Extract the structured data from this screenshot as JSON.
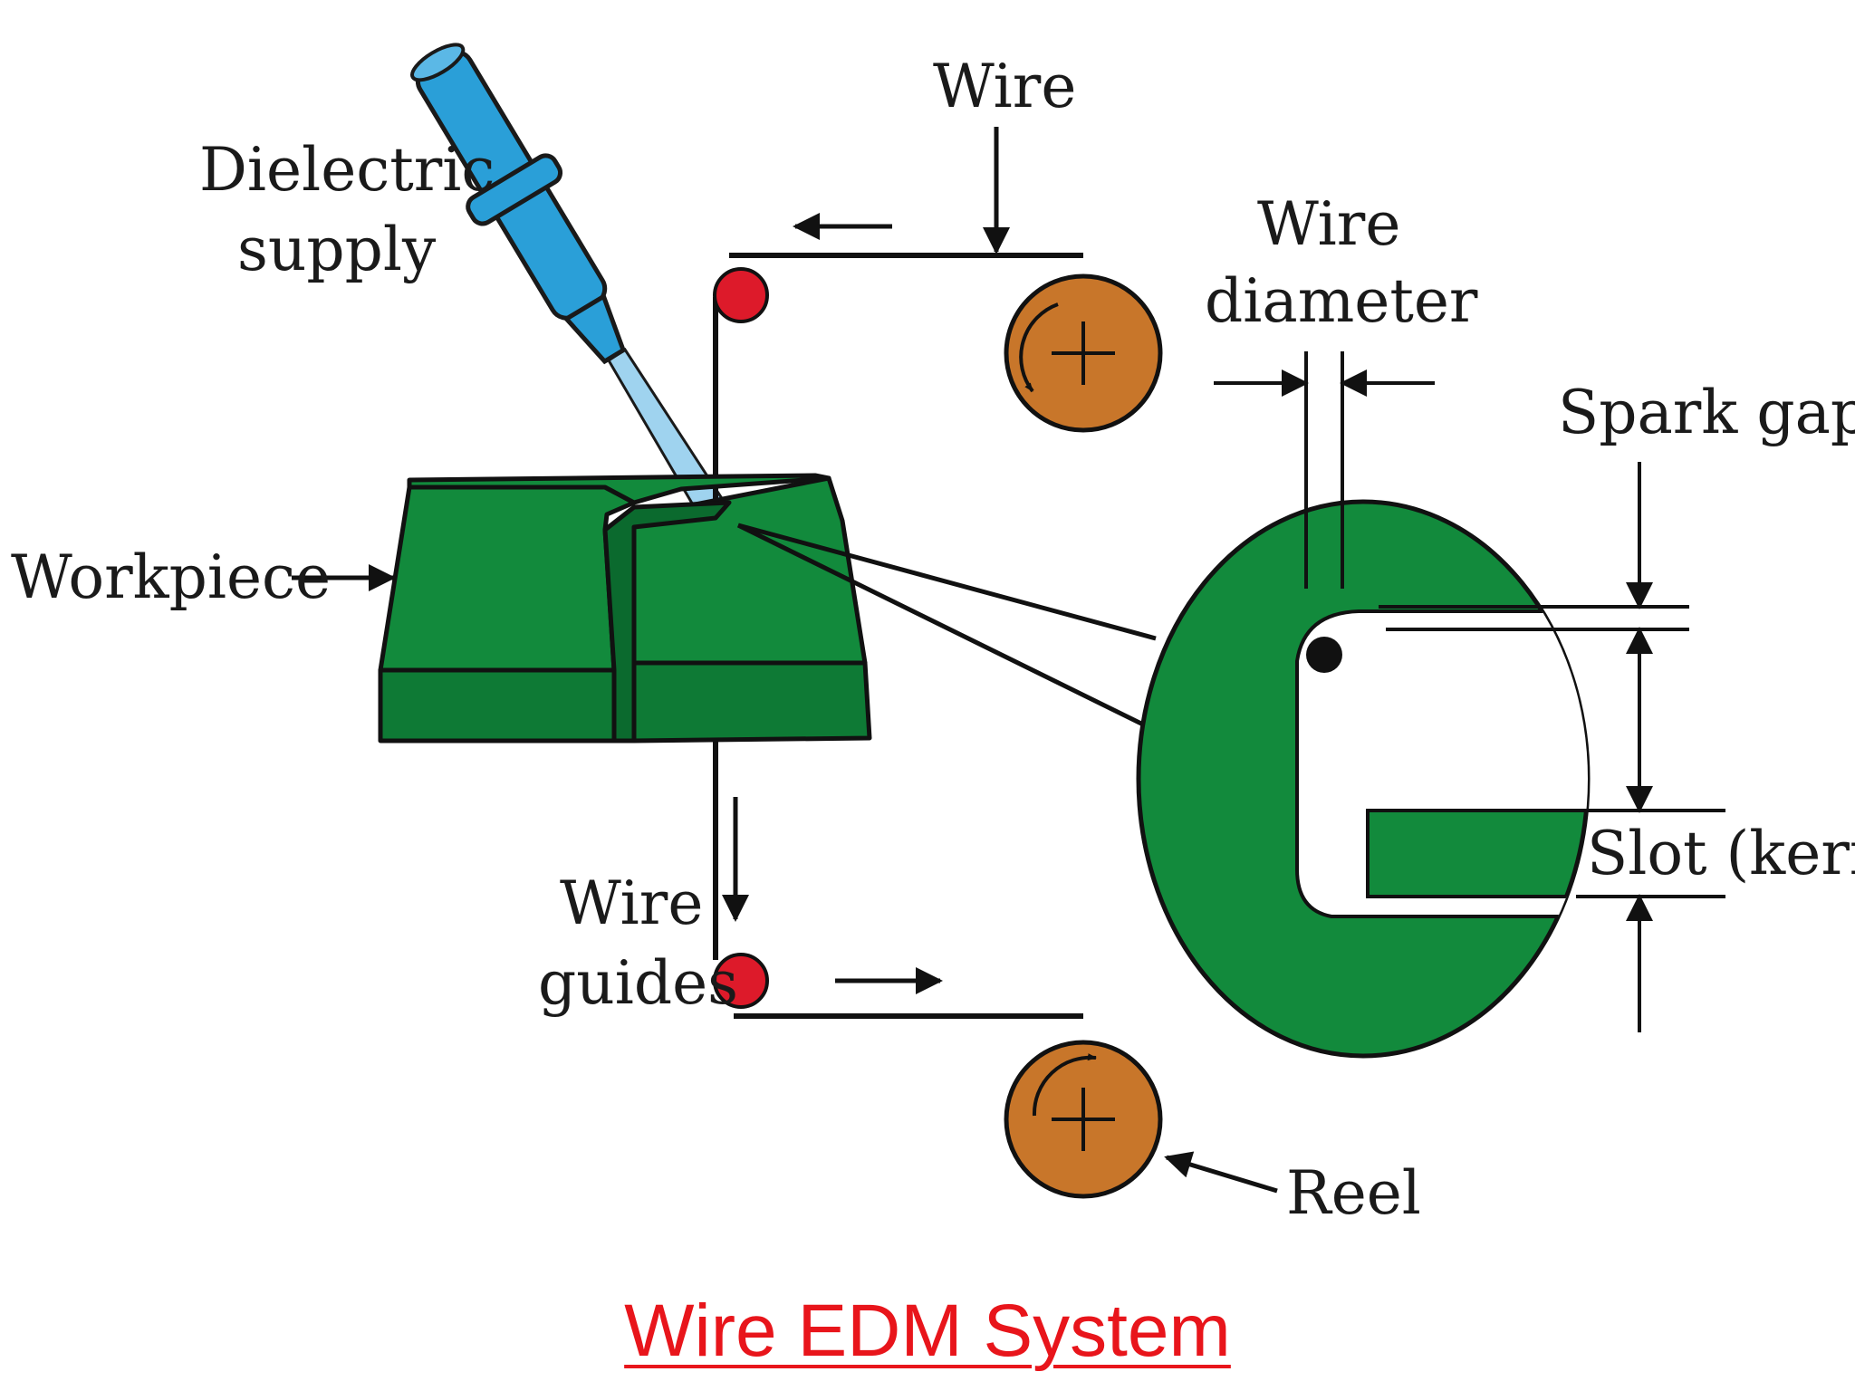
{
  "labels": {
    "dielectric_1": "Dielectric",
    "dielectric_2": "supply",
    "wire_top": "Wire",
    "wire_diameter_1": "Wire",
    "wire_diameter_2": "diameter",
    "spark_gap": "Spark gap",
    "workpiece": "Workpiece",
    "slot_kerf": "Slot (kerf)",
    "wire_guides_1": "Wire",
    "wire_guides_2": "guides",
    "reel": "Reel"
  },
  "caption": {
    "text": "Wire EDM System"
  },
  "colors": {
    "caption": "#e8151b",
    "workpiece_top": "#128a3c",
    "workpiece_front": "#0e7a35",
    "reel": "#c8762a",
    "guide": "#dd1a2a",
    "nozzle": "#2a9fd8",
    "line": "#111111"
  }
}
